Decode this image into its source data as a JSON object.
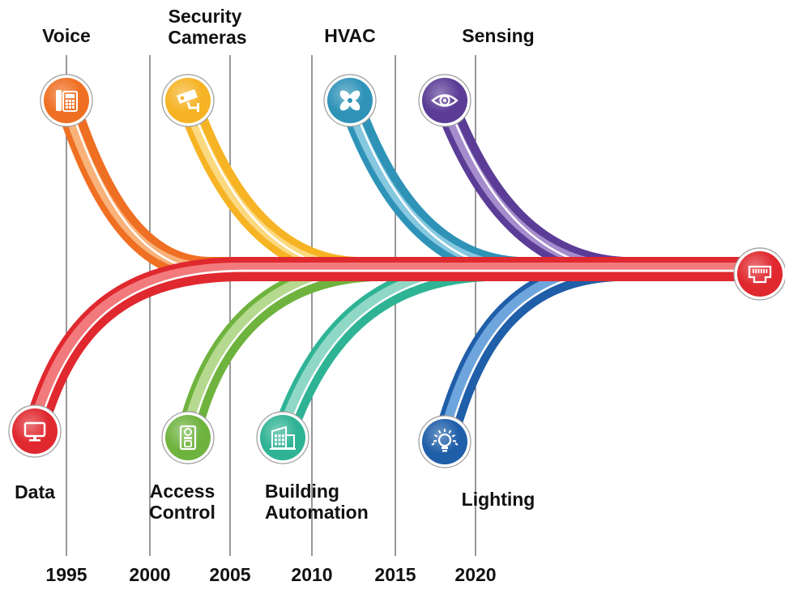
{
  "hub": {
    "icon": "ethernet-port-icon",
    "color": "#e0282f"
  },
  "years": [
    "1995",
    "2000",
    "2005",
    "2010",
    "2015",
    "2020"
  ],
  "branches": [
    {
      "key": "data",
      "lines": [
        "Data"
      ],
      "icon": "monitor-icon",
      "color": "#e0282f",
      "light": "#f27a7c"
    },
    {
      "key": "voice",
      "lines": [
        "Voice"
      ],
      "icon": "phone-icon",
      "color": "#ef6f23",
      "light": "#f8b27a"
    },
    {
      "key": "access-control",
      "lines": [
        "Access",
        "Control"
      ],
      "icon": "door-entry-icon",
      "color": "#6fb33f",
      "light": "#b5d98e"
    },
    {
      "key": "security-cameras",
      "lines": [
        "Security",
        "Cameras"
      ],
      "icon": "camera-icon",
      "color": "#f6b324",
      "light": "#fbd980"
    },
    {
      "key": "building-automation",
      "lines": [
        "Building",
        "Automation"
      ],
      "icon": "building-icon",
      "color": "#2fb395",
      "light": "#8fd8c6"
    },
    {
      "key": "hvac",
      "lines": [
        "HVAC"
      ],
      "icon": "fan-icon",
      "color": "#2f93b8",
      "light": "#86c8e0"
    },
    {
      "key": "lighting",
      "lines": [
        "Lighting"
      ],
      "icon": "lightbulb-icon",
      "color": "#1f5ea8",
      "light": "#6ea5dd"
    },
    {
      "key": "sensing",
      "lines": [
        "Sensing"
      ],
      "icon": "eye-icon",
      "color": "#5b3c96",
      "light": "#a58ccc"
    }
  ]
}
